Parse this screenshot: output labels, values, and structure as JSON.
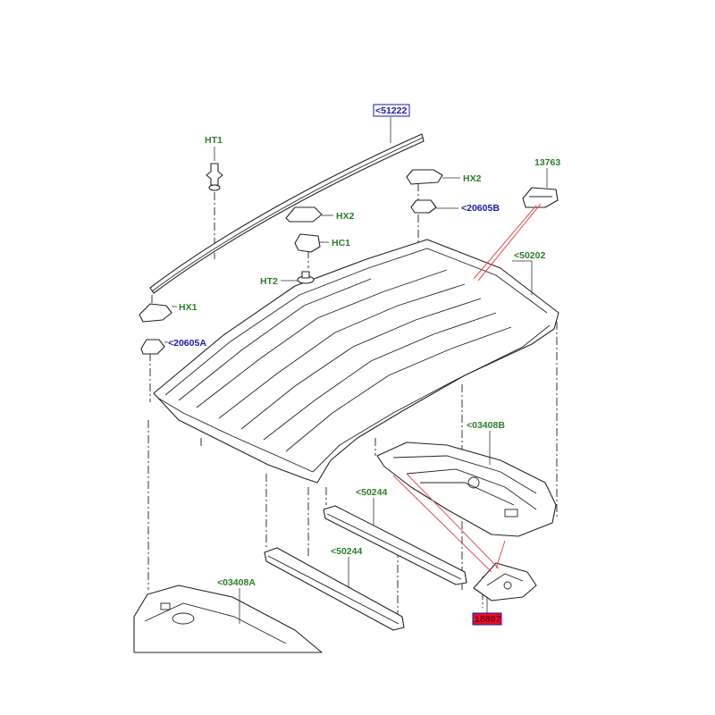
{
  "labels": {
    "l51222": "<51222",
    "ht1": "HT1",
    "hx2_right": "HX2",
    "b20605": "<20605B",
    "p13763": "13763",
    "hx2_left": "HX2",
    "hc1": "HC1",
    "p50202": "<50202",
    "ht2": "HT2",
    "hx1": "HX1",
    "a20605": "<20605A",
    "b03408": "<03408B",
    "p50244_upper": "<50244",
    "p50244_lower": "<50244",
    "a03408": "<03408A",
    "p18807": "18807"
  },
  "colors": {
    "part_label": "#2e7d2e",
    "ref_label": "#1a1aa6",
    "highlight_fill": "#e8102e",
    "box_border": "#1a1aa6",
    "callout_line": "#e05050"
  }
}
